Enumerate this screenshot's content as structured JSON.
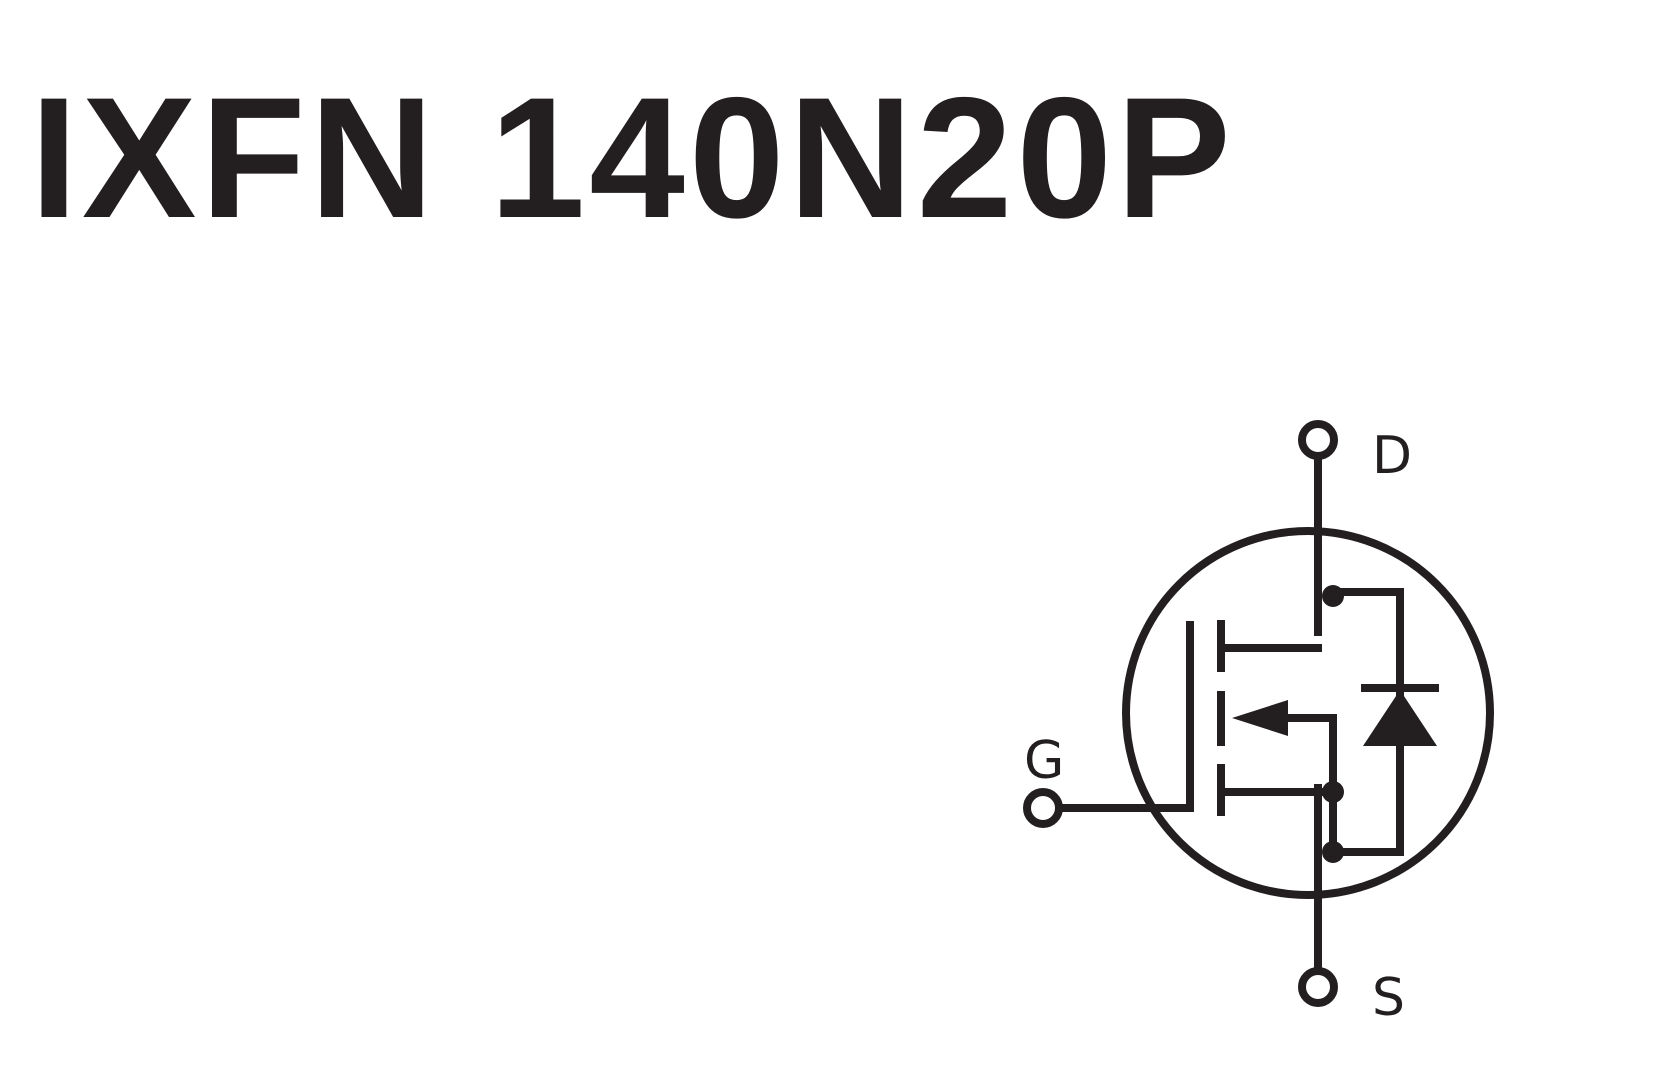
{
  "part_number": "IXFN 140N20P",
  "colors": {
    "ink": "#231f20",
    "background": "#ffffff"
  },
  "symbol": {
    "type": "n-channel-mosfet-with-body-diode",
    "pins": {
      "drain": "D",
      "gate": "G",
      "source": "S"
    }
  }
}
